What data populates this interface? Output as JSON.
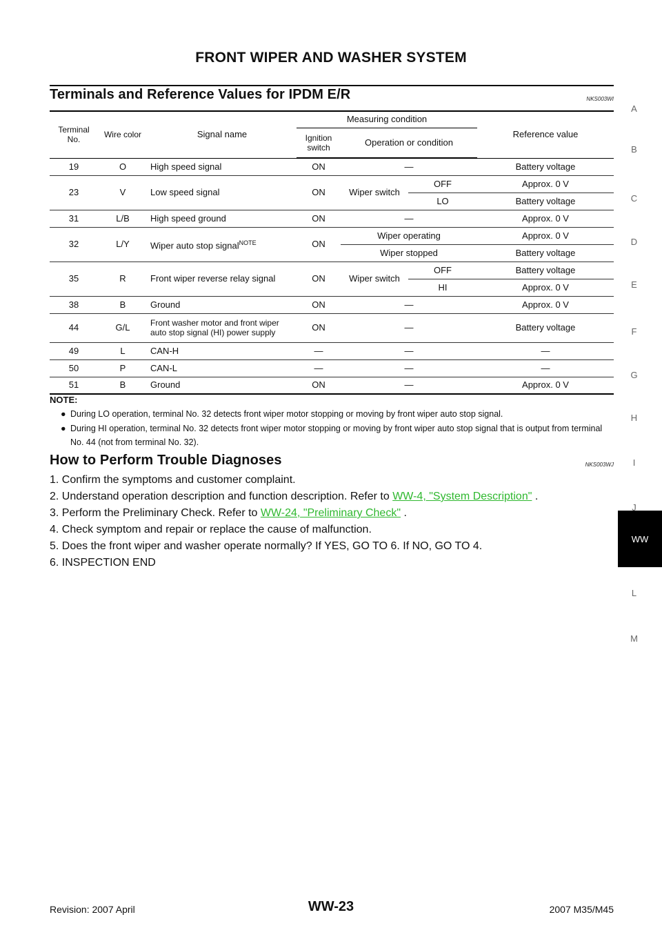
{
  "header": {
    "title": "FRONT WIPER AND WASHER SYSTEM"
  },
  "section1": {
    "title": "Terminals and Reference Values for IPDM E/R",
    "code": "NKS003WI"
  },
  "table": {
    "headers": {
      "terminal": "Terminal No.",
      "wire": "Wire color",
      "signal": "Signal name",
      "measuring": "Measuring condition",
      "ignition": "Ignition switch",
      "operation": "Operation or condition",
      "reference": "Reference value"
    },
    "rows": {
      "r19": {
        "terminal": "19",
        "wire": "O",
        "signal": "High speed signal",
        "ignition": "ON",
        "operation": "—",
        "reference": "Battery voltage"
      },
      "r23": {
        "terminal": "23",
        "wire": "V",
        "signal": "Low speed signal",
        "ignition": "ON",
        "operation": "Wiper switch",
        "sub1": "OFF",
        "ref1": "Approx. 0 V",
        "sub2": "LO",
        "ref2": "Battery voltage"
      },
      "r31": {
        "terminal": "31",
        "wire": "L/B",
        "signal": "High speed ground",
        "ignition": "ON",
        "operation": "—",
        "reference": "Approx. 0 V"
      },
      "r32": {
        "terminal": "32",
        "wire": "L/Y",
        "signal": "Wiper auto stop signal",
        "signal_sup": "NOTE",
        "ignition": "ON",
        "cond1": "Wiper operating",
        "ref1": "Approx. 0 V",
        "cond2": "Wiper stopped",
        "ref2": "Battery voltage"
      },
      "r35": {
        "terminal": "35",
        "wire": "R",
        "signal": "Front wiper reverse relay signal",
        "ignition": "ON",
        "operation": "Wiper switch",
        "sub1": "OFF",
        "ref1": "Battery voltage",
        "sub2": "HI",
        "ref2": "Approx. 0 V"
      },
      "r38": {
        "terminal": "38",
        "wire": "B",
        "signal": "Ground",
        "ignition": "ON",
        "operation": "—",
        "reference": "Approx. 0 V"
      },
      "r44": {
        "terminal": "44",
        "wire": "G/L",
        "signal_line1": "Front washer motor and front wiper",
        "signal_line2": "auto stop signal (HI) power supply",
        "ignition": "ON",
        "operation": "—",
        "reference": "Battery voltage"
      },
      "r49": {
        "terminal": "49",
        "wire": "L",
        "signal": "CAN-H",
        "ignition": "—",
        "operation": "—",
        "reference": "—"
      },
      "r50": {
        "terminal": "50",
        "wire": "P",
        "signal": "CAN-L",
        "ignition": "—",
        "operation": "—",
        "reference": "—"
      },
      "r51": {
        "terminal": "51",
        "wire": "B",
        "signal": "Ground",
        "ignition": "ON",
        "operation": "—",
        "reference": "Approx. 0 V"
      }
    }
  },
  "note": {
    "title": "NOTE:",
    "items": [
      "During LO operation, terminal No. 32 detects front wiper motor stopping or moving by front wiper auto stop signal.",
      "During HI operation, terminal No. 32 detects front wiper motor stopping or moving by front wiper auto stop signal that is output from terminal No. 44 (not from terminal No. 32)."
    ]
  },
  "section2": {
    "title": "How to Perform Trouble Diagnoses",
    "code": "NKS003WJ"
  },
  "steps": {
    "s1": "1. Confirm the symptoms and customer complaint.",
    "s2_pre": "2. Understand operation description and function description. Refer to ",
    "s2_link": "WW-4, \"System Description\"",
    "s2_post": " .",
    "s3_pre": "3. Perform the Preliminary Check. Refer to ",
    "s3_link": "WW-24, \"Preliminary Check\"",
    "s3_post": " .",
    "s4": "4. Check symptom and repair or replace the cause of malfunction.",
    "s5": "5. Does the front wiper and washer operate normally? If YES, GO TO 6. If NO, GO TO 4.",
    "s6": "6. INSPECTION END"
  },
  "side_index": {
    "letters": [
      "A",
      "B",
      "C",
      "D",
      "E",
      "F",
      "G",
      "H",
      "I",
      "J"
    ],
    "active": "WW",
    "after": [
      "L",
      "M"
    ]
  },
  "footer": {
    "revision": "Revision: 2007 April",
    "page": "WW-23",
    "model": "2007 M35/M45"
  },
  "colors": {
    "link": "#2fb82f",
    "active_tab_bg": "#000000"
  }
}
